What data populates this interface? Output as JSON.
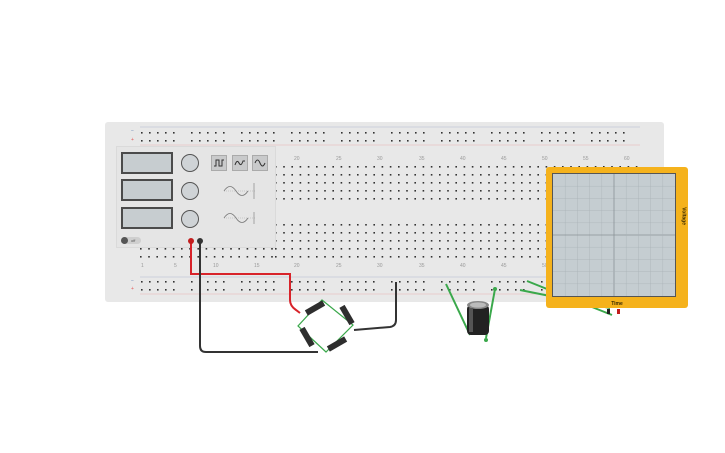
{
  "app": {
    "title": "Breadboard circuit simulator"
  },
  "colors": {
    "board": "#e8e8e8",
    "scope_frame": "#f5b21c",
    "scope_screen": "#c5cdd1",
    "wire_red": "#d8232a",
    "wire_black": "#333333",
    "wire_green": "#3aa84b",
    "rail_plus": "#e25a5a",
    "rail_minus": "#5a7ab0"
  },
  "breadboard": {
    "column_numbers_top": [
      "20",
      "25",
      "30",
      "35",
      "40",
      "45",
      "50",
      "55",
      "60"
    ],
    "column_numbers_bottom": [
      "1",
      "5",
      "10",
      "15",
      "20",
      "25",
      "30",
      "35",
      "40",
      "45",
      "50"
    ],
    "rail_plus_symbol": "+",
    "rail_minus_symbol": "−"
  },
  "function_generator": {
    "waveform_buttons": [
      "square-wave",
      "triangle-wave",
      "sine-wave"
    ],
    "power_toggle_label": "off"
  },
  "oscilloscope": {
    "x_axis_label": "Time",
    "y_axis_label": "Voltage"
  },
  "components": [
    "bridge-rectifier-diodes",
    "electrolytic-capacitor"
  ]
}
